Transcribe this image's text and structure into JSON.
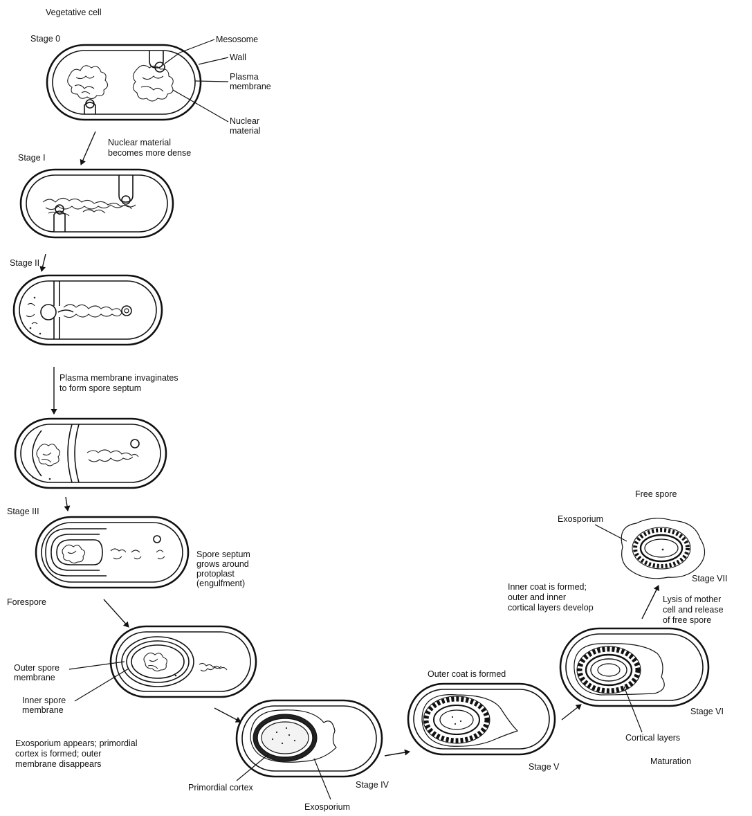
{
  "title": "Vegetative cell",
  "stages": {
    "s0": "Stage 0",
    "s1": "Stage I",
    "s2": "Stage II",
    "s3": "Stage III",
    "s4": "Stage IV",
    "s5": "Stage V",
    "s6": "Stage VI",
    "s7": "Stage VII"
  },
  "parts": {
    "mesosome": "Mesosome",
    "wall": "Wall",
    "plasma_membrane_1": "Plasma",
    "plasma_membrane_2": "membrane",
    "nuclear_material_1": "Nuclear",
    "nuclear_material_2": "material",
    "forespore": "Forespore",
    "outer_spore_membrane_1": "Outer spore",
    "outer_spore_membrane_2": "membrane",
    "inner_spore_membrane_1": "Inner spore",
    "inner_spore_membrane_2": "membrane",
    "primordial_cortex": "Primordial cortex",
    "exosporium_iv": "Exosporium",
    "exosporium_free": "Exosporium",
    "cortical_layers": "Cortical layers",
    "free_spore": "Free spore",
    "maturation": "Maturation"
  },
  "steps": {
    "nuclear_dense_1": "Nuclear material",
    "nuclear_dense_2": "becomes more dense",
    "invaginates_1": "Plasma membrane invaginates",
    "invaginates_2": "to form spore septum",
    "engulfment_1": "Spore septum",
    "engulfment_2": "grows around",
    "engulfment_3": "protoplast",
    "engulfment_4": "(engulfment)",
    "exo_appears_1": "Exosporium appears; primordial",
    "exo_appears_2": "cortex is formed; outer",
    "exo_appears_3": "membrane disappears",
    "outer_coat": "Outer coat is formed",
    "inner_coat_1": "Inner coat is formed;",
    "inner_coat_2": "outer and inner",
    "inner_coat_3": "cortical layers develop",
    "lysis_1": "Lysis of mother",
    "lysis_2": "cell and release",
    "lysis_3": "of free spore"
  }
}
